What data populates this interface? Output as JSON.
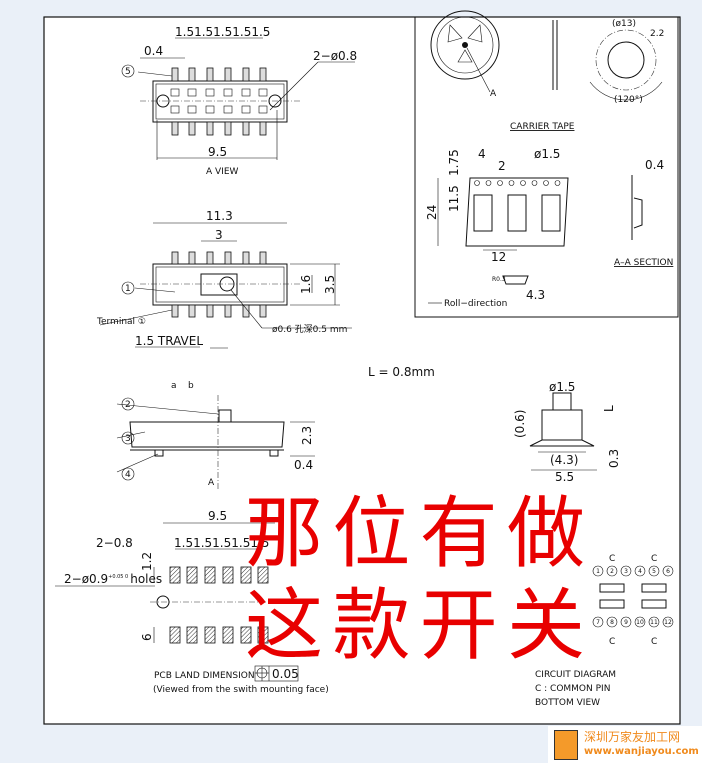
{
  "a_view": {
    "pitch": "1.51.51.51.51.5",
    "pin_width": "0.4",
    "callout5": "5",
    "holes": "2−ø0.8",
    "width": "9.5",
    "title": "A VIEW"
  },
  "top_view": {
    "length": "11.3",
    "actuator": "3",
    "height_inner": "1.6",
    "height": "3.5",
    "callout1": "1",
    "terminal": "Terminal ①",
    "hole": "ø0.6 孔深0.5 mm",
    "travel": "1.5 TRAVEL"
  },
  "reel": {
    "a_label": "A",
    "hub_dia": "(ø13)",
    "slot": "2.2",
    "angle": "(120°)",
    "carrier_title": "CARRIER TAPE",
    "pitch4": "4",
    "pitch2": "2",
    "sprocket": "ø1.5",
    "edge": "1.75",
    "center": "11.5",
    "tape_width": "24",
    "pocket_pitch": "12",
    "thickness": "0.4",
    "section": "A–A SECTION",
    "radius": "R0.3",
    "depth": "4.3",
    "roll": "Roll−direction"
  },
  "l_note": "L = 0.8mm",
  "side_view": {
    "a": "a",
    "b": "b",
    "callout2": "2",
    "callout3": "3",
    "callout4": "4",
    "height": "2.3",
    "standoff": "0.4",
    "a_arrow": "A"
  },
  "end_view": {
    "knob": "ø1.5",
    "knob_h": "(0.6)",
    "l": "L",
    "inner": "(4.3)",
    "width": "5.5",
    "leg": "0.3"
  },
  "pcb": {
    "width": "9.5",
    "pitch": "1.51.51.51.51.5",
    "pad": "2−0.8",
    "holes": "2−ø0.9",
    "holes_tol": "+0.05 0",
    "holes_suffix": "holes",
    "pad_len": "1.2",
    "row_span": "6",
    "title": "PCB LAND DIMENSION",
    "tolerance": "0.05",
    "note": "(Viewed from the swith mounting face)"
  },
  "circuit": {
    "top_pins": [
      "1",
      "2",
      "3",
      "4",
      "5",
      "6"
    ],
    "bottom_pins": [
      "7",
      "8",
      "9",
      "10",
      "11",
      "12"
    ],
    "common": "C",
    "title": "CIRCUIT DIAGRAM",
    "legend": "C : COMMON PIN",
    "view": "BOTTOM VIEW"
  },
  "overlay": {
    "line1": "那位有做",
    "line2": "这款开关"
  },
  "watermark": {
    "title": "深圳万家友加工网",
    "url": "www.wanjiayou.com"
  }
}
